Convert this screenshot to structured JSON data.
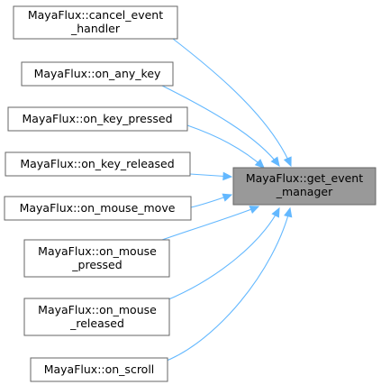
{
  "target": {
    "lines": [
      "MayaFlux::get_event",
      "_manager"
    ]
  },
  "callers": [
    {
      "id": "cancel_event_handler",
      "lines": [
        "MayaFlux::cancel_event",
        "_handler"
      ]
    },
    {
      "id": "on_any_key",
      "lines": [
        "MayaFlux::on_any_key"
      ]
    },
    {
      "id": "on_key_pressed",
      "lines": [
        "MayaFlux::on_key_pressed"
      ]
    },
    {
      "id": "on_key_released",
      "lines": [
        "MayaFlux::on_key_released"
      ]
    },
    {
      "id": "on_mouse_move",
      "lines": [
        "MayaFlux::on_mouse_move"
      ]
    },
    {
      "id": "on_mouse_pressed",
      "lines": [
        "MayaFlux::on_mouse",
        "_pressed"
      ]
    },
    {
      "id": "on_mouse_released",
      "lines": [
        "MayaFlux::on_mouse",
        "_released"
      ]
    },
    {
      "id": "on_scroll",
      "lines": [
        "MayaFlux::on_scroll"
      ]
    }
  ],
  "colors": {
    "edge": "#63b8ff",
    "target_fill": "#999999",
    "border": "#666666"
  }
}
